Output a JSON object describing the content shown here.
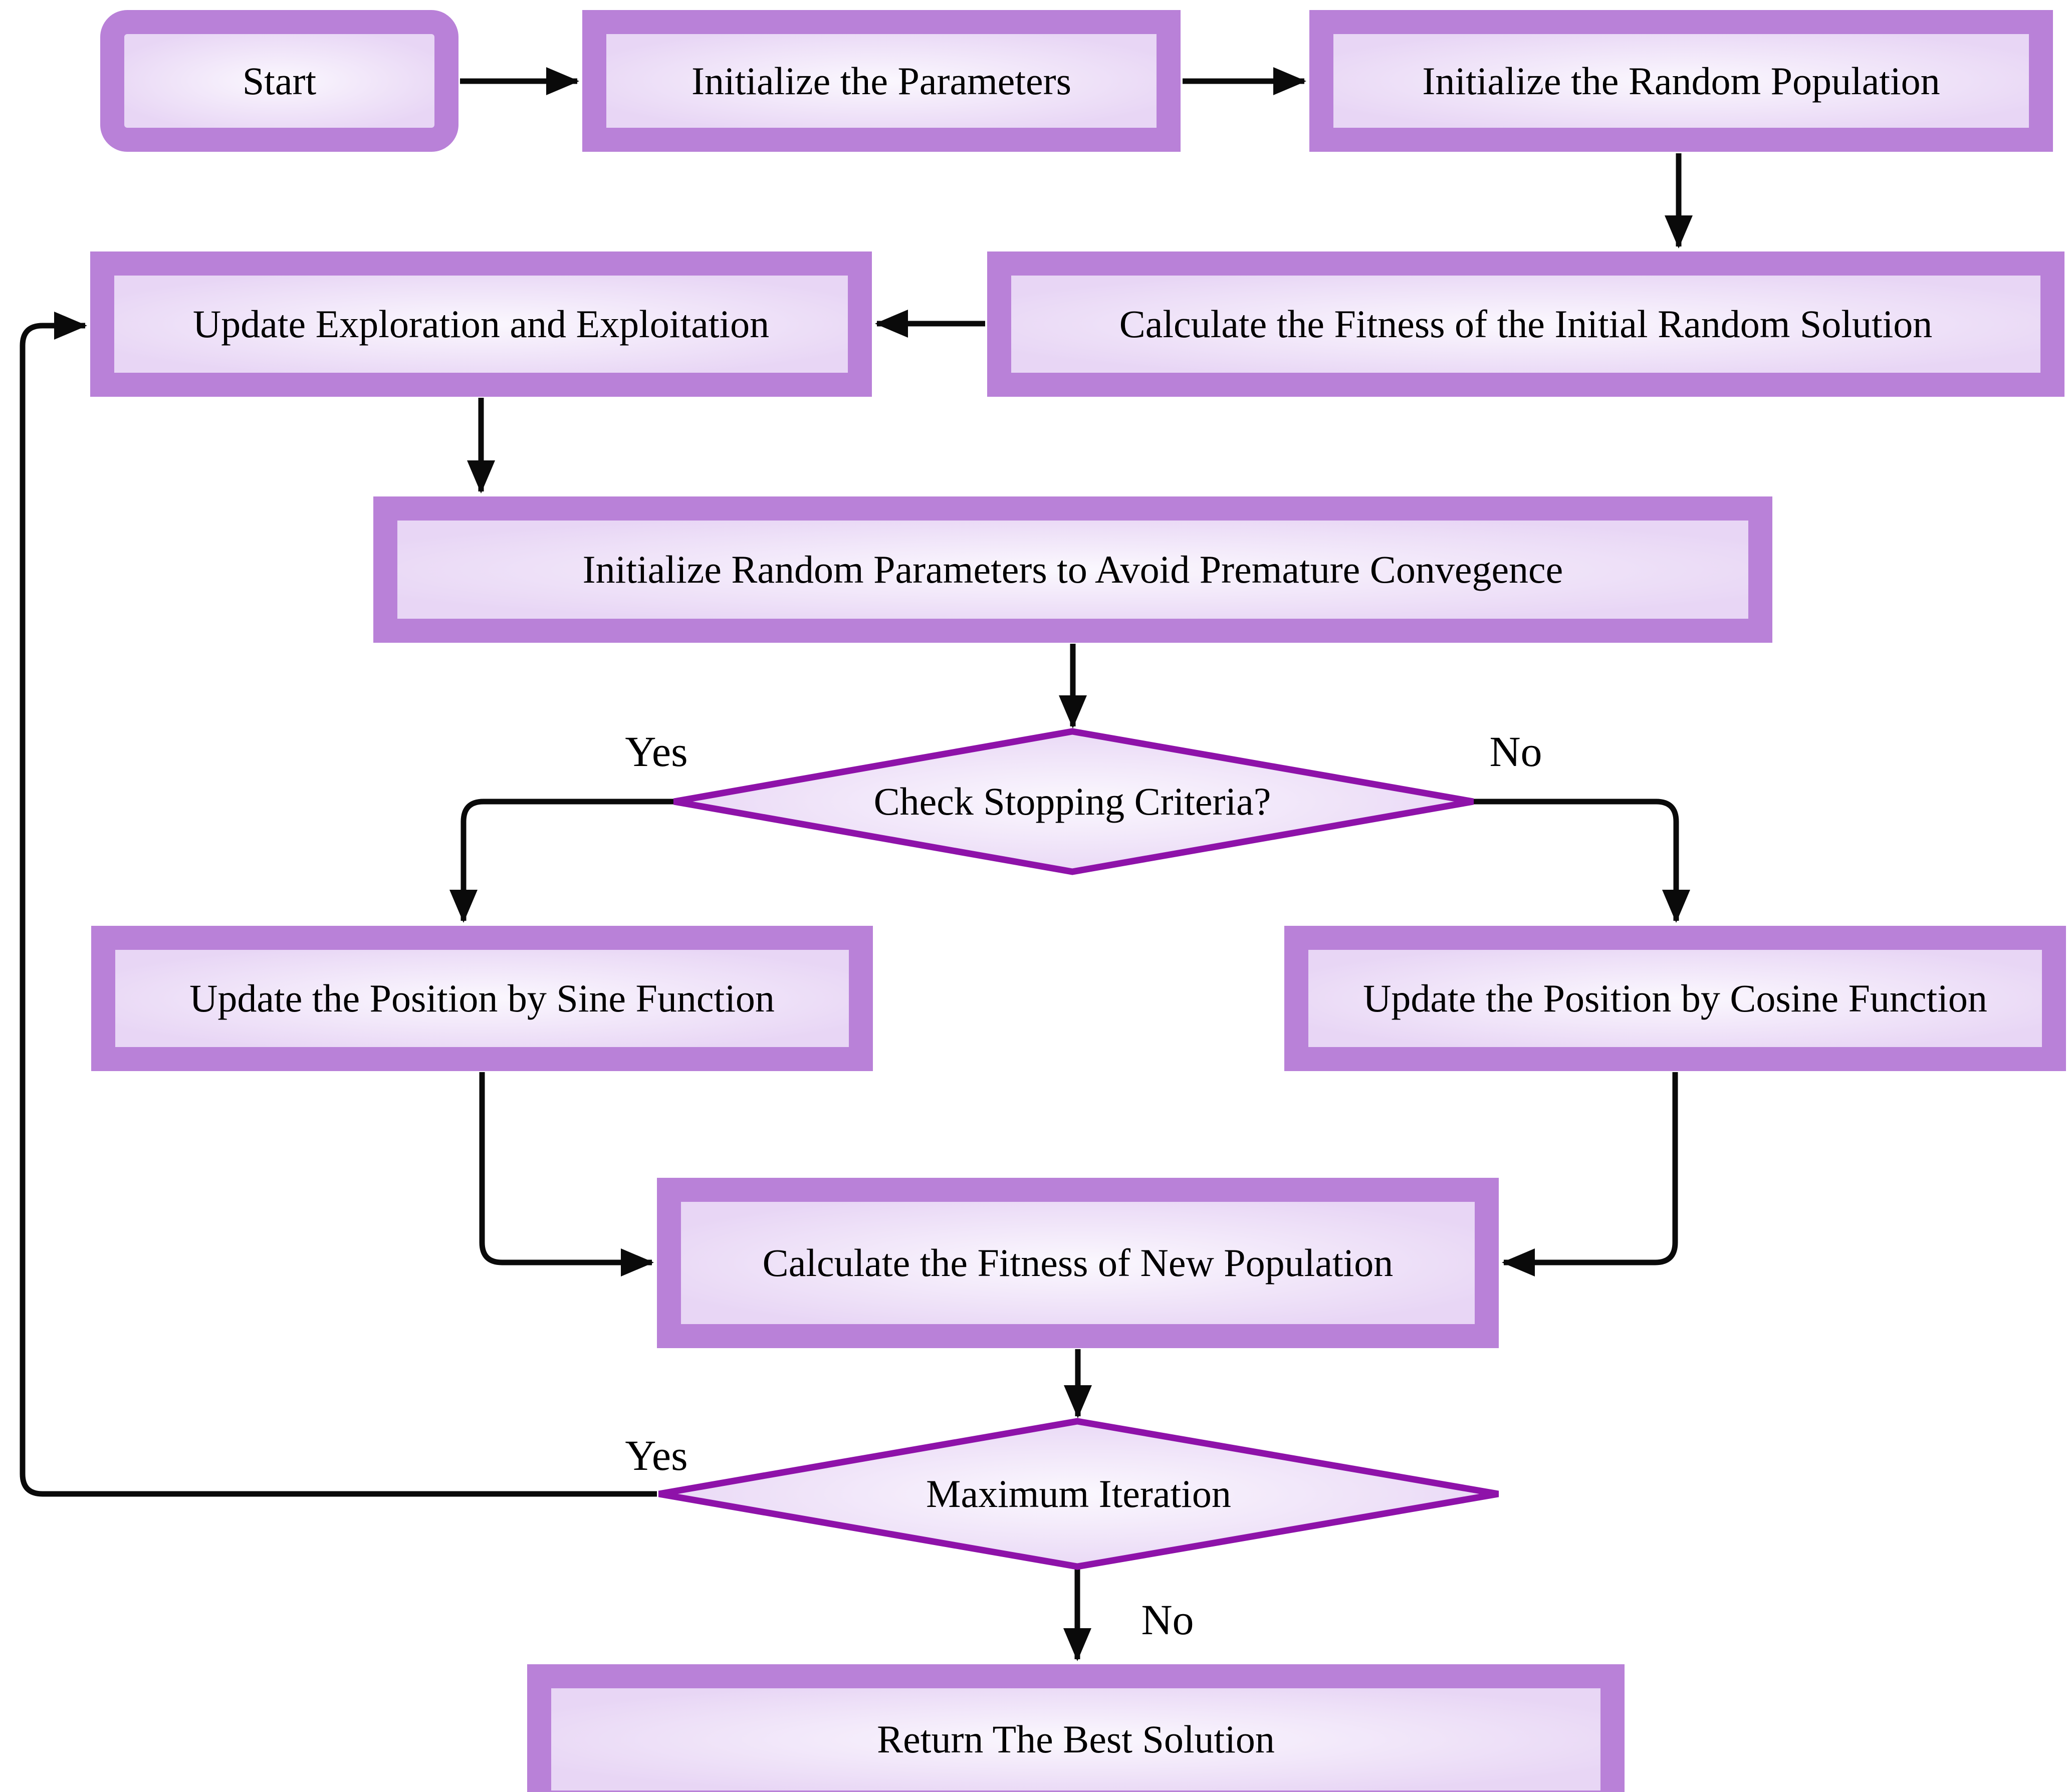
{
  "flowchart": {
    "nodes": {
      "start": "Start",
      "init_params": "Initialize the Parameters",
      "init_population": "Initialize the Random Population",
      "calc_fitness_initial": "Calculate the Fitness of the Initial Random Solution",
      "update_exploration": "Update Exploration and Exploitation",
      "init_random_params": "Initialize Random Parameters to Avoid Premature Convegence",
      "check_stopping": "Check Stopping Criteria?",
      "update_sine": "Update the Position by Sine Function",
      "update_cosine": "Update the Position by Cosine Function",
      "calc_fitness_new": "Calculate the Fitness of New Population",
      "max_iteration": "Maximum Iteration",
      "return_best": "Return The Best Solution"
    },
    "edge_labels": {
      "check_yes": "Yes",
      "check_no": "No",
      "max_yes": "Yes",
      "max_no": "No"
    },
    "colors": {
      "background": "#ffffff",
      "box_border": "#b981d8",
      "box_fill_outer": "#e8d6f5",
      "box_fill_center": "#fbf8fe",
      "diamond_border": "#8e12a9",
      "arrow": "#0a0a0a",
      "text": "#000000"
    }
  }
}
